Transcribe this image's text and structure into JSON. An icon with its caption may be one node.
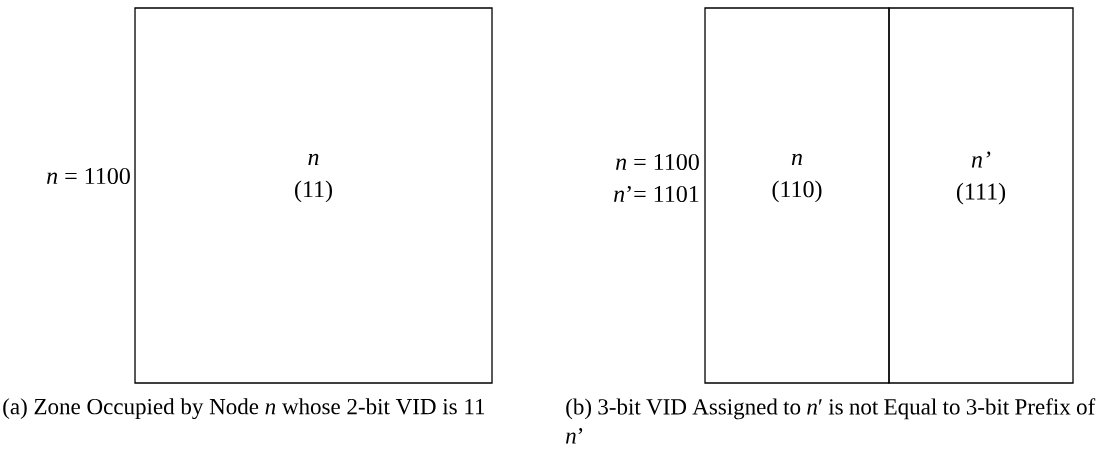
{
  "diagram": {
    "nodes": [
      {
        "text": [
          "n",
          "(11)"
        ]
      },
      {
        "text": [
          "n",
          "(110)"
        ]
      },
      {
        "text": [
          "n’",
          "(111)"
        ]
      }
    ],
    "labels": [
      "*n* = 1100",
      "*n*’= 1101",
      "*n* = 1100",
      "(a) Zone Occupied by Node *n* whose 2-bit VID is 11",
      "(b) 3-bit VID Assigned to *n*′ is not Equal to 3-bit Prefix of *n*’"
    ]
  }
}
